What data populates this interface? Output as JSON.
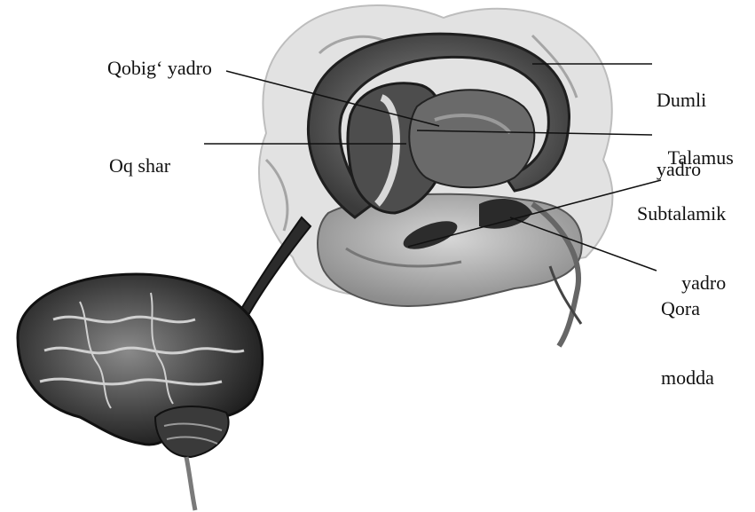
{
  "labels": {
    "qobig_yadro": "Qobig‘ yadro",
    "oq_shar": "Oq shar",
    "dumli_yadro_l1": "Dumli",
    "dumli_yadro_l2": "yadro",
    "talamus": "Talamus",
    "subtalamik_l1": "Subtalamik",
    "subtalamik_l2": "yadro",
    "qora_modda_l1": "Qora",
    "qora_modda_l2": "modda"
  },
  "colors": {
    "ink": "#111111",
    "dark": "#2a2a2a",
    "mid": "#6b6b6b",
    "light": "#bdbdbd",
    "paper": "#ffffff"
  }
}
